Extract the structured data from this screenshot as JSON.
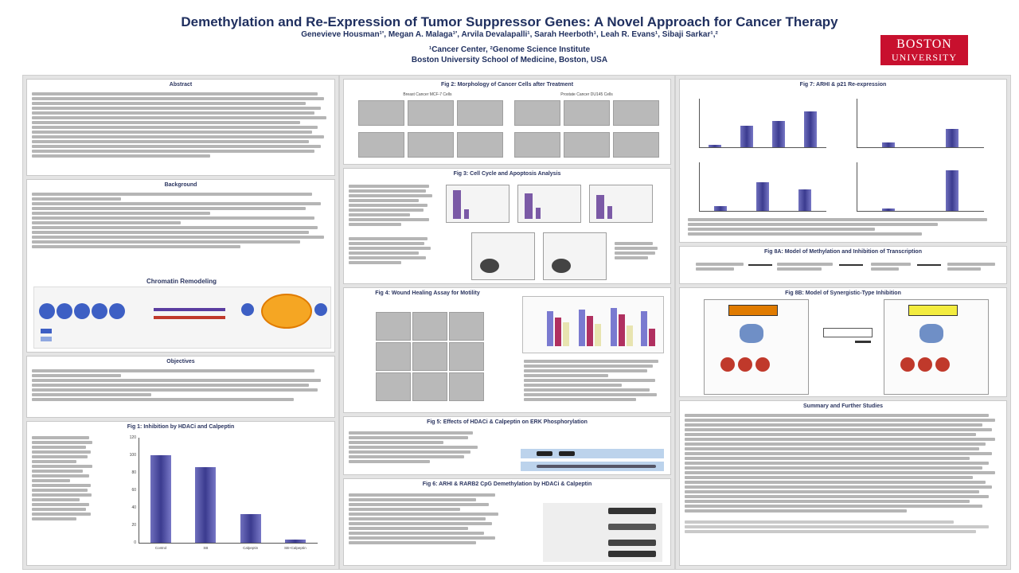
{
  "header": {
    "title": "Demethylation and Re-Expression of Tumor Suppressor Genes: A Novel Approach for Cancer Therapy",
    "authors": "Genevieve Housman¹', Megan A. Malaga¹', Arvila Devalapalli¹, Sarah Heerboth¹, Leah R. Evans¹, Sibaji Sarkar¹,²",
    "affiliation_line1": "¹Cancer Center, ²Genome Science Institute",
    "affiliation_line2": "Boston University School of Medicine, Boston, USA",
    "logo_line1": "BOSTON",
    "logo_line2": "UNIVERSITY"
  },
  "sections": {
    "abstract": "Abstract",
    "background": "Background",
    "chromatin": "Chromatin Remodeling",
    "objectives": "Objectives",
    "fig1": "Fig 1: Inhibition by HDACi and Calpeptin",
    "fig2": "Fig 2: Morphology of Cancer Cells after Treatment",
    "fig2_left": "Breast Cancer MCF-7 Cells",
    "fig2_right": "Prostate Cancer DU145 Cells",
    "fig3": "Fig 3: Cell Cycle and Apoptosis Analysis",
    "fig4": "Fig 4: Wound Healing Assay for Motility",
    "fig5": "Fig 5: Effects of HDACi & Calpeptin on ERK Phosphorylation",
    "fig6": "Fig 6: ARHI & RARB2 CpG Demethylation by HDACi & Calpeptin",
    "fig7": "Fig 7: ARHI & p21 Re-expression",
    "fig8a": "Fig 8A: Model of Methylation and Inhibition of Transcription",
    "fig8b": "Fig 8B: Model of Synergistic-Type Inhibition",
    "summary": "Summary and Further Studies"
  },
  "fig1_chart": {
    "categories": [
      "Control",
      "SB",
      "Calpeptin",
      "SB+Calpeptin"
    ],
    "values": [
      100,
      86,
      33,
      4
    ],
    "ylim": [
      0,
      120
    ],
    "ticks": [
      "120",
      "100",
      "80",
      "60",
      "40",
      "20",
      "0"
    ]
  },
  "fig7_chart": {
    "arhi_values": [
      5,
      45,
      55,
      75
    ],
    "p21_values": [
      10,
      38
    ],
    "arhi_lt_values": [
      10,
      60,
      45
    ],
    "p21_lt_values": [
      5,
      85
    ]
  },
  "colors": {
    "title": "#1f2f5f",
    "logo_bg": "#c8102e",
    "bar": "#4a4aa0",
    "panel_bg": "#e4e4e4"
  }
}
